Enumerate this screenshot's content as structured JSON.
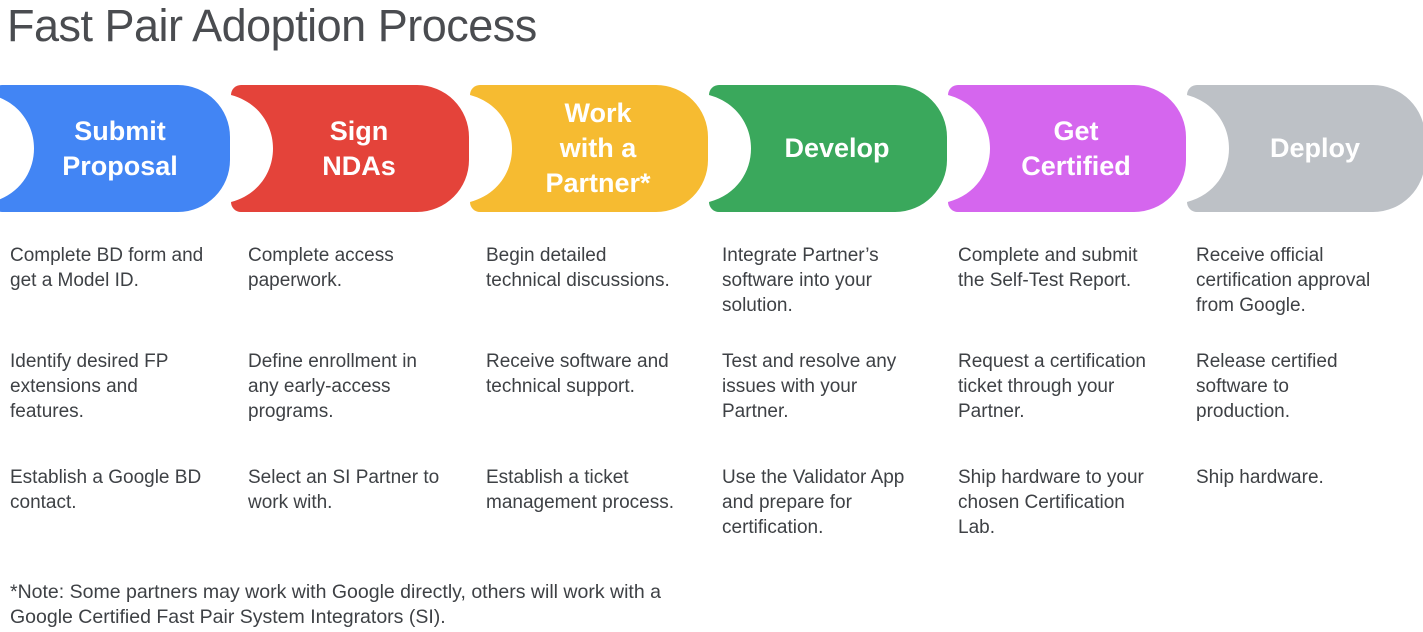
{
  "title": "Fast Pair Adoption Process",
  "note": "*Note: Some partners may work with Google directly, others will work with a\nGoogle Certified Fast Pair System Integrators (SI).",
  "stages": [
    {
      "name": "submit-proposal",
      "label": "Submit\nProposal",
      "color": "#4285F4",
      "steps": [
        "Complete BD form and\nget a Model ID.",
        "Identify desired FP\nextensions and\nfeatures.",
        "Establish a Google BD\ncontact."
      ]
    },
    {
      "name": "sign-ndas",
      "label": "Sign\nNDAs",
      "color": "#E4433A",
      "steps": [
        "Complete access\npaperwork.",
        "Define enrollment in\nany early-access\nprograms.",
        "Select an SI Partner to\nwork with."
      ]
    },
    {
      "name": "work-with-a-partner",
      "label": "Work\nwith a\nPartner*",
      "color": "#F6BB31",
      "steps": [
        "Begin detailed\ntechnical discussions.",
        "Receive software and\ntechnical support.",
        "Establish a ticket\nmanagement process."
      ]
    },
    {
      "name": "develop",
      "label": "Develop",
      "color": "#3AA85C",
      "steps": [
        "Integrate Partner’s\nsoftware into your\nsolution.",
        "Test and resolve any\nissues with your\nPartner.",
        "Use the Validator App\nand prepare for\ncertification."
      ]
    },
    {
      "name": "get-certified",
      "label": "Get\nCertified",
      "color": "#D566EE",
      "steps": [
        "Complete and submit\nthe Self-Test Report.",
        "Request a certification\nticket through your\nPartner.",
        "Ship hardware to your\nchosen Certification\nLab."
      ]
    },
    {
      "name": "deploy",
      "label": "Deploy",
      "color": "#BDC1C6",
      "steps": [
        "Receive official\ncertification approval\nfrom Google.",
        "Release certified\nsoftware to\nproduction.",
        "Ship hardware."
      ]
    }
  ]
}
